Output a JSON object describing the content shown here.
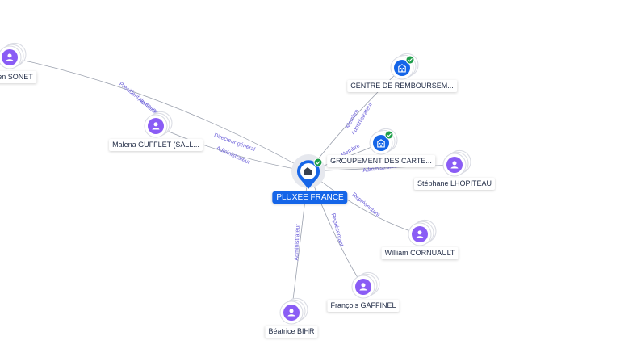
{
  "colors": {
    "person": "#8a5cf5",
    "company": "#1565e8",
    "check": "#1e9e4a",
    "edge": "#9aa0ad",
    "edge_label": "#6b5fd9"
  },
  "center": {
    "name": "PLUXEE FRANCE",
    "icon": "building-icon"
  },
  "nodes": [
    {
      "id": "sonet",
      "name": "ien SONET",
      "type": "person",
      "icon": "person-icon"
    },
    {
      "id": "gufflet",
      "name": "Malena GUFFLET (SALL...",
      "type": "person",
      "icon": "person-icon"
    },
    {
      "id": "centre",
      "name": "CENTRE DE REMBOURSEM...",
      "type": "company",
      "icon": "building-icon",
      "verified": true
    },
    {
      "id": "groupement",
      "name": "GROUPEMENT DES CARTE...",
      "type": "company",
      "icon": "building-icon",
      "verified": true
    },
    {
      "id": "lhopiteau",
      "name": "Stéphane LHOPITEAU",
      "type": "person",
      "icon": "person-icon"
    },
    {
      "id": "cornuault",
      "name": "William CORNUAULT",
      "type": "person",
      "icon": "person-icon"
    },
    {
      "id": "gaffinel",
      "name": "François GAFFINEL",
      "type": "person",
      "icon": "person-icon"
    },
    {
      "id": "bihr",
      "name": "Béatrice BIHR",
      "type": "person",
      "icon": "person-icon"
    }
  ],
  "edges": [
    {
      "from": "sonet",
      "labels": [
        "Président du conseil",
        "Administrateur"
      ]
    },
    {
      "from": "gufflet",
      "labels": [
        "Directeur général",
        "Administrateur"
      ]
    },
    {
      "from": "centre",
      "labels": [
        "Membre",
        "Administrateur"
      ]
    },
    {
      "from": "groupement",
      "labels": [
        "Membre"
      ]
    },
    {
      "from": "lhopiteau",
      "labels": [
        "Administrateur"
      ]
    },
    {
      "from": "cornuault",
      "labels": [
        "Représentant"
      ]
    },
    {
      "from": "gaffinel",
      "labels": [
        "Représentant"
      ]
    },
    {
      "from": "bihr",
      "labels": [
        "Administrateur"
      ]
    }
  ]
}
